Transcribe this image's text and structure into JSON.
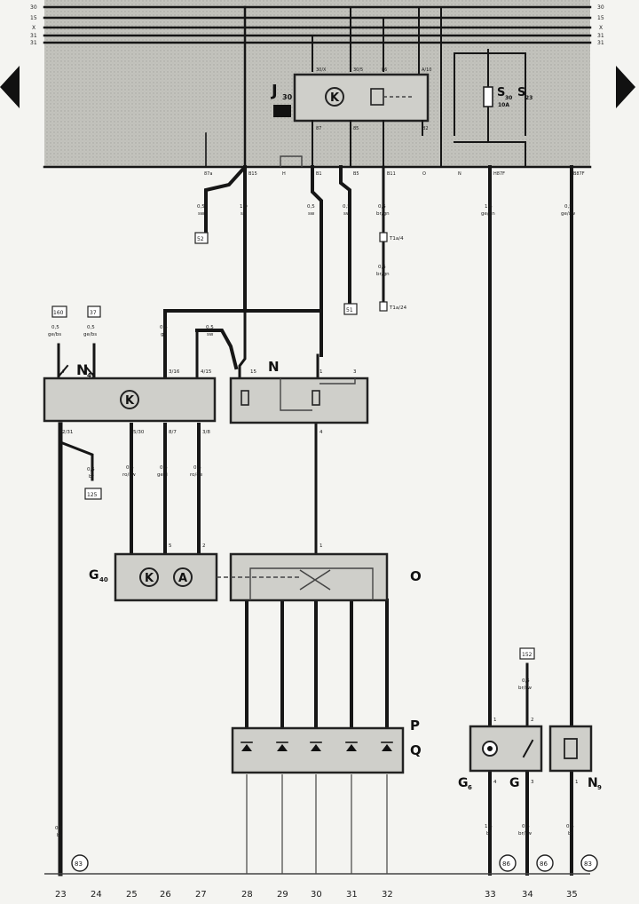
{
  "bus_labels": [
    "30",
    "15",
    "X",
    "31",
    "31"
  ],
  "components": {
    "J": {
      "letter": "J",
      "sub": "30"
    },
    "S": {
      "letter1": "S",
      "sub1": "30",
      "sub1b": "10A",
      "letter2": "S",
      "sub2": "23"
    },
    "N41": {
      "letter": "N",
      "sub": "41"
    },
    "N": {
      "letter": "N"
    },
    "G40": {
      "letter": "G",
      "sub": "40"
    },
    "O": {
      "letter": "O"
    },
    "P": {
      "letter": "P"
    },
    "Q": {
      "letter": "Q"
    },
    "G6": {
      "letter": "G",
      "sub": "6"
    },
    "G": {
      "letter": "G"
    },
    "N9": {
      "letter": "N",
      "sub": "9"
    }
  },
  "relay_symbol": "K",
  "meter_symbol": "A",
  "panel_terminals": [
    "87a",
    "B15",
    "H",
    "B1",
    "B5",
    "B11",
    "O",
    "N",
    "H87F",
    "B87F"
  ],
  "relay_pins": [
    "30/X",
    "30/5",
    "86",
    "A/10",
    "87",
    "85",
    "B2"
  ],
  "wires": [
    {
      "size": "0,5",
      "color": "sw"
    },
    {
      "size": "1,0",
      "color": "sw"
    },
    {
      "size": "0,5",
      "color": "sw"
    },
    {
      "size": "0,5",
      "color": "sw"
    },
    {
      "size": "0,5",
      "color": "br/gn"
    },
    {
      "size": "0,5",
      "color": "br/gn"
    },
    {
      "size": "1,5",
      "color": "ge/gn"
    },
    {
      "size": "0,5",
      "color": "ge/sw"
    },
    {
      "size": "0,5",
      "color": "ge/bs"
    },
    {
      "size": "0,5",
      "color": "ge/bs"
    },
    {
      "size": "0,5",
      "color": "gn"
    },
    {
      "size": "0,5",
      "color": "sw"
    },
    {
      "size": "0,5",
      "color": "br"
    },
    {
      "size": "0,5",
      "color": "ro/sw"
    },
    {
      "size": "0,5",
      "color": "ge/li"
    },
    {
      "size": "0,5",
      "color": "ro/ge"
    },
    {
      "size": "0,5",
      "color": "br"
    },
    {
      "size": "0,5",
      "color": "br/sw"
    },
    {
      "size": "1,5",
      "color": "br"
    },
    {
      "size": "0,5",
      "color": "br/sw"
    },
    {
      "size": "0,5",
      "color": "br"
    }
  ],
  "refs": [
    "52",
    "51",
    "160",
    "37",
    "125",
    "152",
    "83",
    "86",
    "86",
    "83"
  ],
  "plugs": [
    "T1a/4",
    "T1a/24"
  ],
  "pins": [
    "7",
    "2/31",
    "3/16",
    "4/15",
    "15",
    "1",
    "3",
    "5/30",
    "8/7",
    "3/8",
    "4",
    "1",
    "5",
    "2",
    "1",
    "2",
    "4",
    "3",
    "1"
  ],
  "coords": [
    "23",
    "24",
    "25",
    "26",
    "27",
    "28",
    "29",
    "30",
    "31",
    "32",
    "33",
    "34",
    "35"
  ]
}
